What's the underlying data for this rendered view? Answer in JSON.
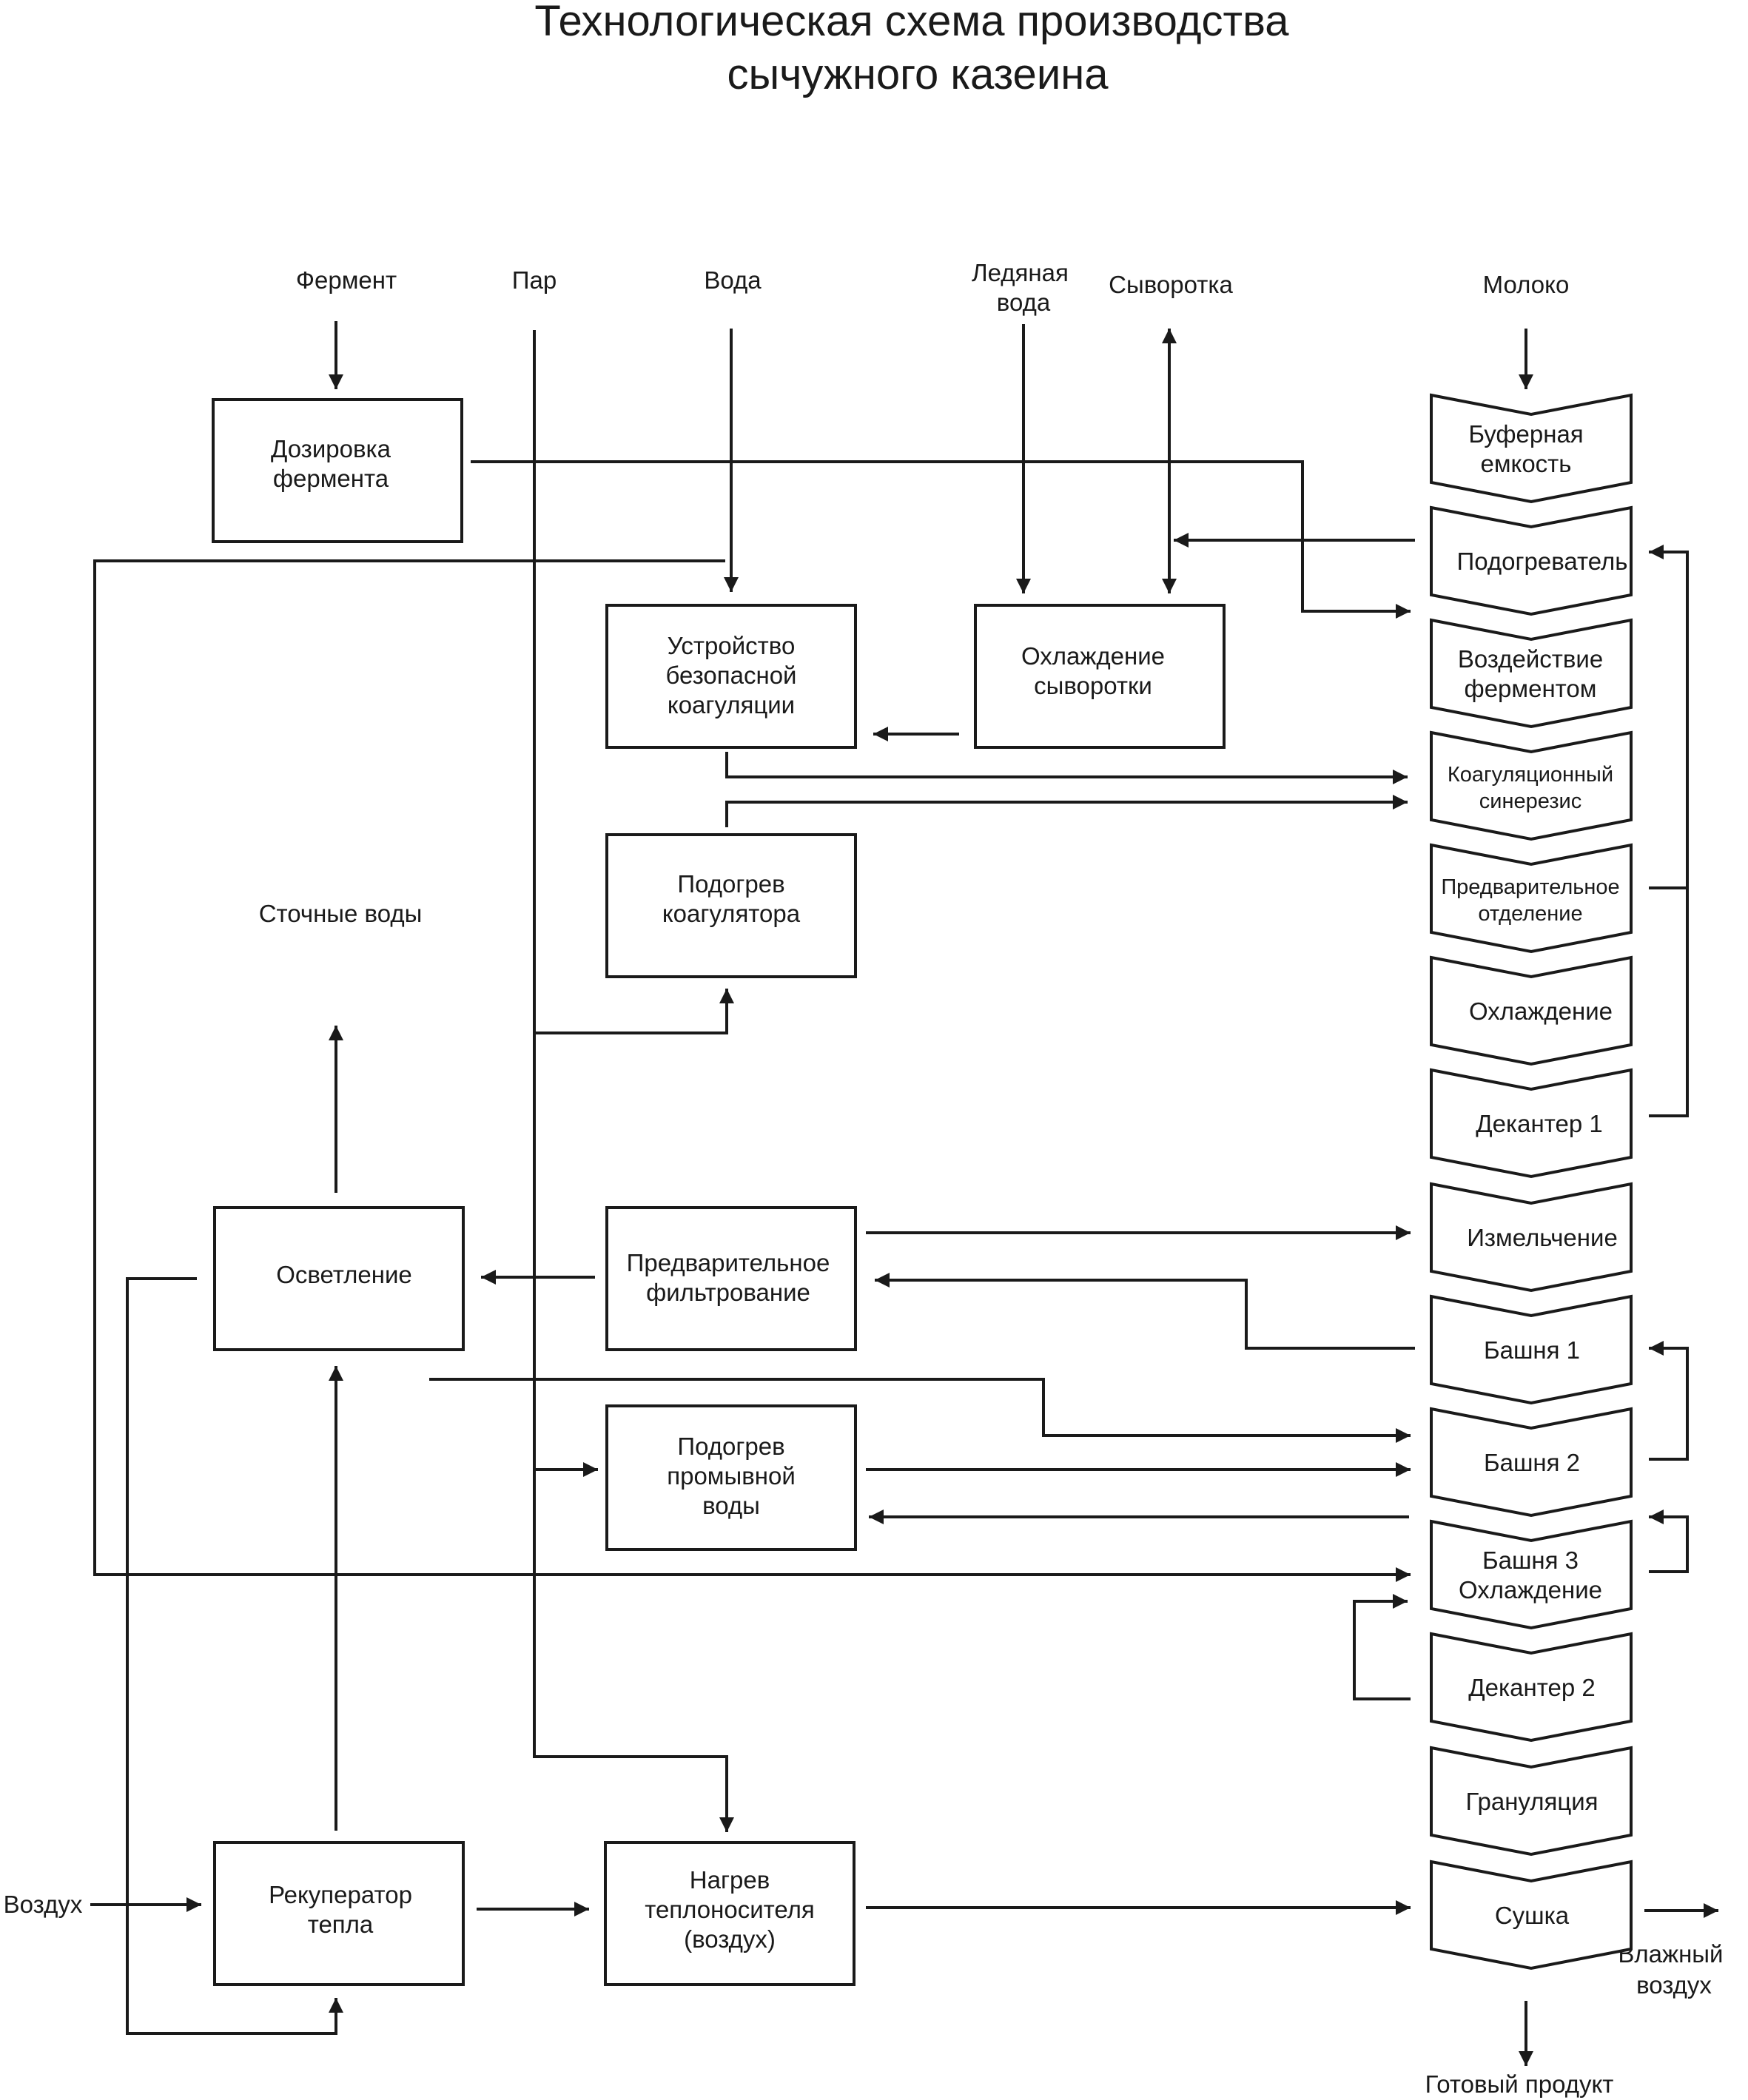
{
  "title": [
    "Технологическая схема производства",
    "сычужного казеина"
  ],
  "inputs": {
    "ferment": "Фермент",
    "steam": "Пар",
    "water": "Вода",
    "ice_water": [
      "Ледяная",
      "вода"
    ],
    "whey": "Сыворотка",
    "milk": "Молоко",
    "air": "Воздух"
  },
  "outputs": {
    "humid_air": [
      "Влажный",
      "воздух"
    ],
    "product": "Готовый продукт",
    "wastewater": "Сточные воды"
  },
  "boxes": {
    "dosing": [
      "Дозировка",
      "фермента"
    ],
    "safe_coag": [
      "Устройство",
      "безопасной",
      "коагуляции"
    ],
    "whey_cool": [
      "Охлаждение",
      "сыворотки"
    ],
    "coag_heat": [
      "Подогрев",
      "коагулятора"
    ],
    "prefilter": [
      "Предварительное",
      "фильтрование"
    ],
    "clarify": [
      "Осветление"
    ],
    "wash_heat": [
      "Подогрев",
      "промывной",
      "воды"
    ],
    "recup": [
      "Рекуператор",
      "тепла"
    ],
    "carrier_heat": [
      "Нагрев",
      "теплоносителя",
      "(воздух)"
    ]
  },
  "stages": [
    [
      "Буферная",
      "емкость"
    ],
    [
      "Подогреватель"
    ],
    [
      "Воздействие",
      "ферментом"
    ],
    [
      "Коагуляционный",
      "синерезис"
    ],
    [
      "Предварительное",
      "отделение"
    ],
    [
      "Охлаждение"
    ],
    [
      "Декантер 1"
    ],
    [
      "Измельчение"
    ],
    [
      "Башня 1"
    ],
    [
      "Башня 2"
    ],
    [
      "Башня 3",
      "Охлаждение"
    ],
    [
      "Декантер 2"
    ],
    [
      "Грануляция"
    ],
    [
      "Сушка"
    ]
  ]
}
